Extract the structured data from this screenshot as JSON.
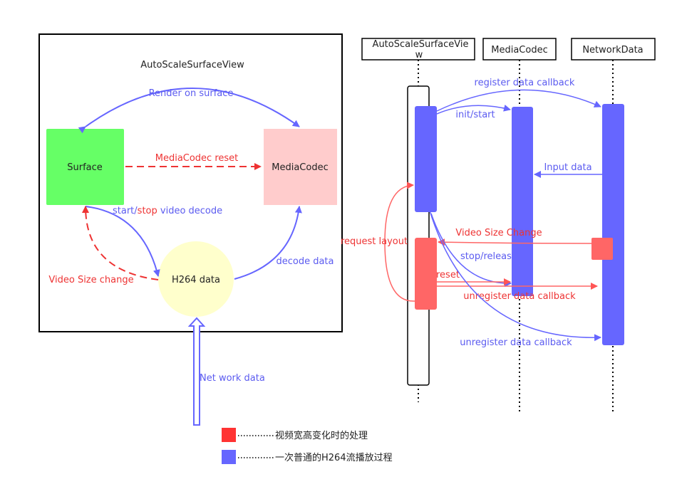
{
  "colors": {
    "blue": "#6666ff",
    "blue_text": "#5b5bf0",
    "red": "#ff6666",
    "red_dashed": "#ee3333",
    "green": "#66ff66",
    "pink": "#ffcccc",
    "yellow": "#ffffcc"
  },
  "left_diagram": {
    "title": "AutoScaleSurfaceView",
    "nodes": {
      "surface": "Surface",
      "mediacodec": "MediaCodec",
      "h264": "H264 data"
    },
    "edges": {
      "render_on_surface": "Render on surface",
      "mediacodec_reset": "MediaCodec reset",
      "start_prefix": "start/",
      "stop": "stop",
      "video_decode_suffix": " video decode",
      "decode_data": "decode data",
      "video_size_change": "Video Size change",
      "network_data": "Net work data"
    }
  },
  "sequence": {
    "participants": {
      "view_line1": "AutoScaleSurfaceVie",
      "view_line2": "w",
      "mediacodec": "MediaCodec",
      "network": "NetworkData"
    },
    "messages": {
      "register_callback": "register data callback",
      "init_start": "init/start",
      "input_data": "Input data",
      "request_layout": "request layout",
      "video_size_change": "Video Size Change",
      "stop_release": "stop/releas",
      "reset": "reset",
      "unregister_red": "unregister data callback",
      "unregister_blue": "unregister data callback"
    }
  },
  "legend": [
    {
      "color": "#ff3333",
      "label": "视频宽高变化时的处理"
    },
    {
      "color": "#6666ff",
      "label": "一次普通的H264流播放过程"
    }
  ]
}
